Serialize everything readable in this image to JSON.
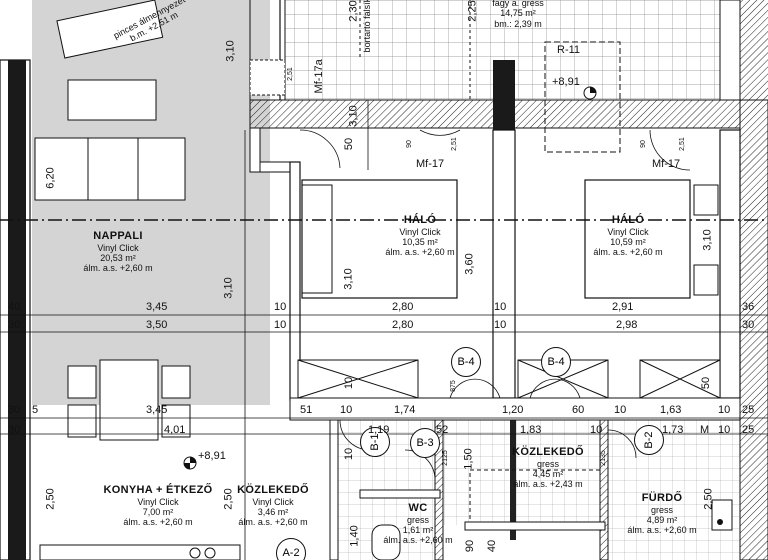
{
  "rooms": {
    "nappali": {
      "name": "NAPPALI",
      "floor": "Vinyl Click",
      "area": "20,53 m²",
      "height": "álm. a.s. +2,60 m"
    },
    "halo_left": {
      "name": "HÁLÓ",
      "floor": "Vinyl Click",
      "area": "10,35 m²",
      "height": "álm. a.s. +2,60 m"
    },
    "halo_right": {
      "name": "HÁLÓ",
      "floor": "Vinyl Click",
      "area": "10,59 m²",
      "height": "álm. a.s. +2,60 m"
    },
    "konyha": {
      "name": "KONYHA + ÉTKEZŐ",
      "floor": "Vinyl Click",
      "area": "7,00 m²",
      "height": "álm. a.s. +2,60 m"
    },
    "kozlekedo_left": {
      "name": "KÖZLEKEDŐ",
      "floor": "Vinyl Click",
      "area": "3,46 m²",
      "height": "álm. a.s. +2,60 m"
    },
    "kozlekedo_mid": {
      "name": "KÖZLEKEDŐ",
      "floor": "gress",
      "area": "4,45 m²",
      "height": "álm. a.s. +2,43 m"
    },
    "wc": {
      "name": "WC",
      "floor": "gress",
      "area": "1,61 m²",
      "height": "álm. a.s. +2,60 m"
    },
    "furdo": {
      "name": "FÜRDŐ",
      "floor": "gress",
      "area": "4,89 m²",
      "height": "álm. a.s. +2,60 m"
    },
    "terrace": {
      "line1": "fagy a. gress",
      "line2": "14,75 m²",
      "line3": "bm.: 2,39 m"
    }
  },
  "annotations": {
    "pinces": "pinces álmennyezet",
    "pinces_bm": "b.m. +2,51 m",
    "bortarto": "bortartó falsík",
    "r11": "R-11",
    "level_top": "+8,91",
    "level_kitchen": "+8,91",
    "mf17a": "Mf-17a",
    "mf17_left": "Mf-17",
    "mf17_right": "Mf-17",
    "b4_left": "B-4",
    "b4_right": "B-4",
    "b1": "B-1",
    "b3": "B-3",
    "b2": "B-2",
    "a2": "A-2",
    "door_small": "2125",
    "door_small2": "2135",
    "door_small3": "875",
    "r251": "2,51",
    "r251b": "2,51",
    "r90a": "90",
    "r90b": "90",
    "r251c": "2,51"
  },
  "dims": {
    "row1": {
      "a": "40",
      "b": "3,45",
      "c": "10",
      "d": "2,80",
      "e": "10",
      "f": "2,91",
      "g": "36"
    },
    "row2": {
      "a": "30",
      "b": "3,50",
      "c": "10",
      "d": "2,80",
      "e": "10",
      "f": "2,98",
      "g": "30"
    },
    "row3": {
      "a": "30",
      "b": "5",
      "c": "3,45",
      "d": "51",
      "e": "10",
      "f": "1,74",
      "g": "1,20",
      "h": "60",
      "i": "10",
      "j": "1,63",
      "k": "10",
      "l": "25"
    },
    "row4": {
      "a": "30",
      "b": "4,01",
      "c": "1,19",
      "d": "52",
      "e": "1,83",
      "f": "10",
      "g": "1,73",
      "h": "M",
      "i": "10",
      "j": "25"
    },
    "v_620": "6,20",
    "v_310a": "3,10",
    "v_310b": "3,10",
    "v_310c": "3,10",
    "v_310d": "3,10",
    "v_360": "3,60",
    "v_310e": "3,10",
    "v_50a": "50",
    "v_50b": "50",
    "v_10a": "10",
    "v_10b": "10",
    "v_250a": "2,50",
    "v_250b": "2,50",
    "v_150": "1,50",
    "v_250c": "2,50",
    "v_230": "2,30",
    "v_225": "2,25",
    "v_140": "1,40",
    "v_90": "90",
    "v_40": "40"
  }
}
